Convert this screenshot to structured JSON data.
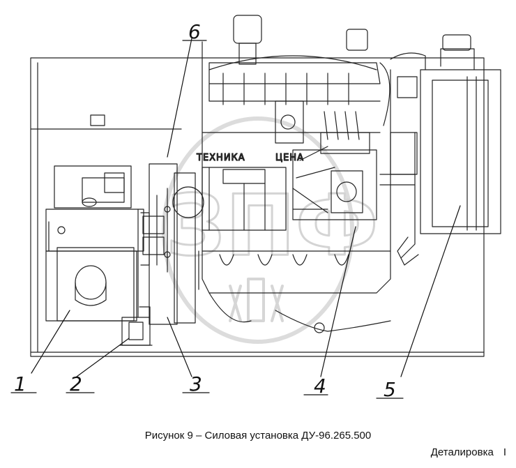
{
  "drawing": {
    "callouts": [
      {
        "id": "1",
        "text": "1"
      },
      {
        "id": "2",
        "text": "2"
      },
      {
        "id": "3",
        "text": "3"
      },
      {
        "id": "4",
        "text": "4"
      },
      {
        "id": "5",
        "text": "5"
      },
      {
        "id": "6",
        "text": "6"
      }
    ],
    "watermark": {
      "text_left": "ТЕХНИКА",
      "text_right": "ЦЕНА",
      "letters": "ЗПФ"
    }
  },
  "caption": "Рисунок 9 – Силовая установка ДУ-96.265.500",
  "footer": {
    "label": "Деталировка",
    "marker": "I"
  }
}
